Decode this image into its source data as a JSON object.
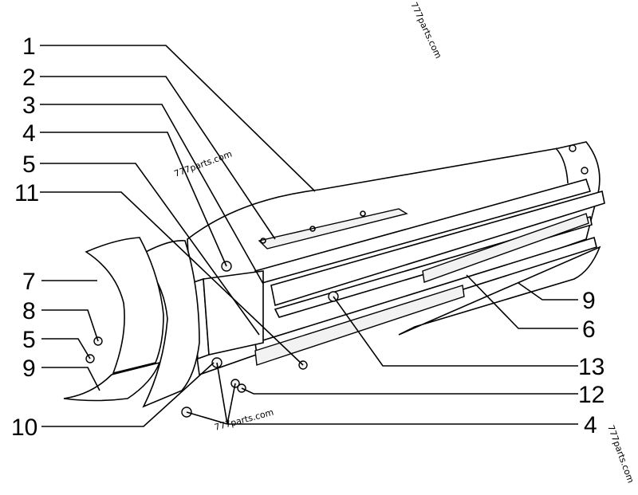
{
  "callouts": {
    "left": [
      "1",
      "2",
      "3",
      "4",
      "5",
      "11",
      "7",
      "8",
      "5",
      "9",
      "10"
    ],
    "right": [
      "9",
      "6",
      "13",
      "12",
      "4"
    ]
  },
  "watermarks": [
    "777parts.com",
    "777parts.com",
    "777parts.com",
    "777parts.com"
  ]
}
